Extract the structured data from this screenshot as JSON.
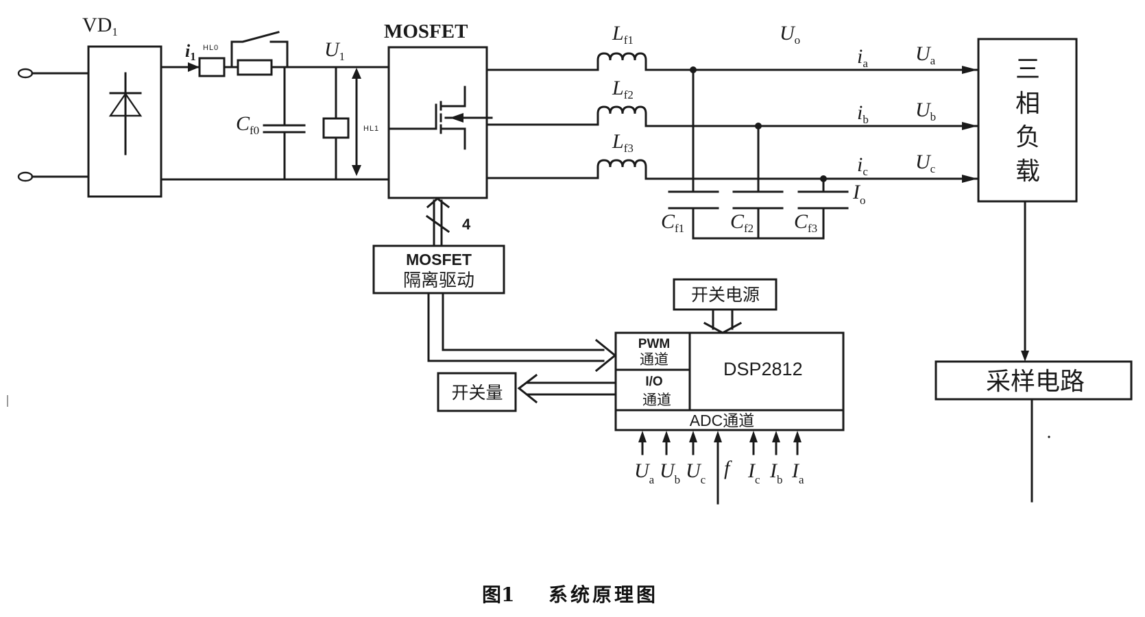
{
  "figure": {
    "caption_number": "图1",
    "caption_title": "系统原理图"
  },
  "rectifier": {
    "label": "VD",
    "label_sub": "1"
  },
  "input_current": {
    "label": "i",
    "label_sub": "1"
  },
  "fuse": {
    "label": "HL0"
  },
  "dc_capacitor": {
    "label": "C",
    "label_sub": "f0"
  },
  "dc_voltage": {
    "label": "U",
    "label_sub": "1"
  },
  "dc_sensor": {
    "label": "HL1"
  },
  "inverter": {
    "label": "MOSFET"
  },
  "inductors": [
    {
      "label": "L",
      "label_sub": "f1"
    },
    {
      "label": "L",
      "label_sub": "f2"
    },
    {
      "label": "L",
      "label_sub": "f3"
    }
  ],
  "output_voltage": {
    "label": "U",
    "label_sub": "o"
  },
  "phases": [
    {
      "current": "i",
      "current_sub": "a",
      "voltage": "U",
      "voltage_sub": "a"
    },
    {
      "current": "i",
      "current_sub": "b",
      "voltage": "U",
      "voltage_sub": "b"
    },
    {
      "current": "i",
      "current_sub": "c",
      "voltage": "U",
      "voltage_sub": "c"
    }
  ],
  "output_current": {
    "label": "I",
    "label_sub": "o"
  },
  "filter_capacitors": [
    {
      "label": "C",
      "label_sub": "f1"
    },
    {
      "label": "C",
      "label_sub": "f2"
    },
    {
      "label": "C",
      "label_sub": "f3"
    }
  ],
  "load": {
    "label_chars": [
      "三",
      "相",
      "负",
      "载"
    ]
  },
  "driver": {
    "line1": "MOSFET",
    "line2": "隔离驱动",
    "bus_width": "4"
  },
  "power_supply": {
    "label": "开关电源"
  },
  "dsp": {
    "label": "DSP2812",
    "pwm_line1": "PWM",
    "pwm_line2": "通道",
    "io_line1": "I/O",
    "io_line2": "通道",
    "adc_label": "ADC通道"
  },
  "switch_output": {
    "label": "开关量"
  },
  "sampling": {
    "label": "采样电路"
  },
  "adc_inputs": [
    {
      "label": "U",
      "label_sub": "a"
    },
    {
      "label": "U",
      "label_sub": "b"
    },
    {
      "label": "U",
      "label_sub": "c"
    },
    {
      "label": "f",
      "label_sub": ""
    },
    {
      "label": "I",
      "label_sub": "c"
    },
    {
      "label": "I",
      "label_sub": "b"
    },
    {
      "label": "I",
      "label_sub": "a"
    }
  ]
}
